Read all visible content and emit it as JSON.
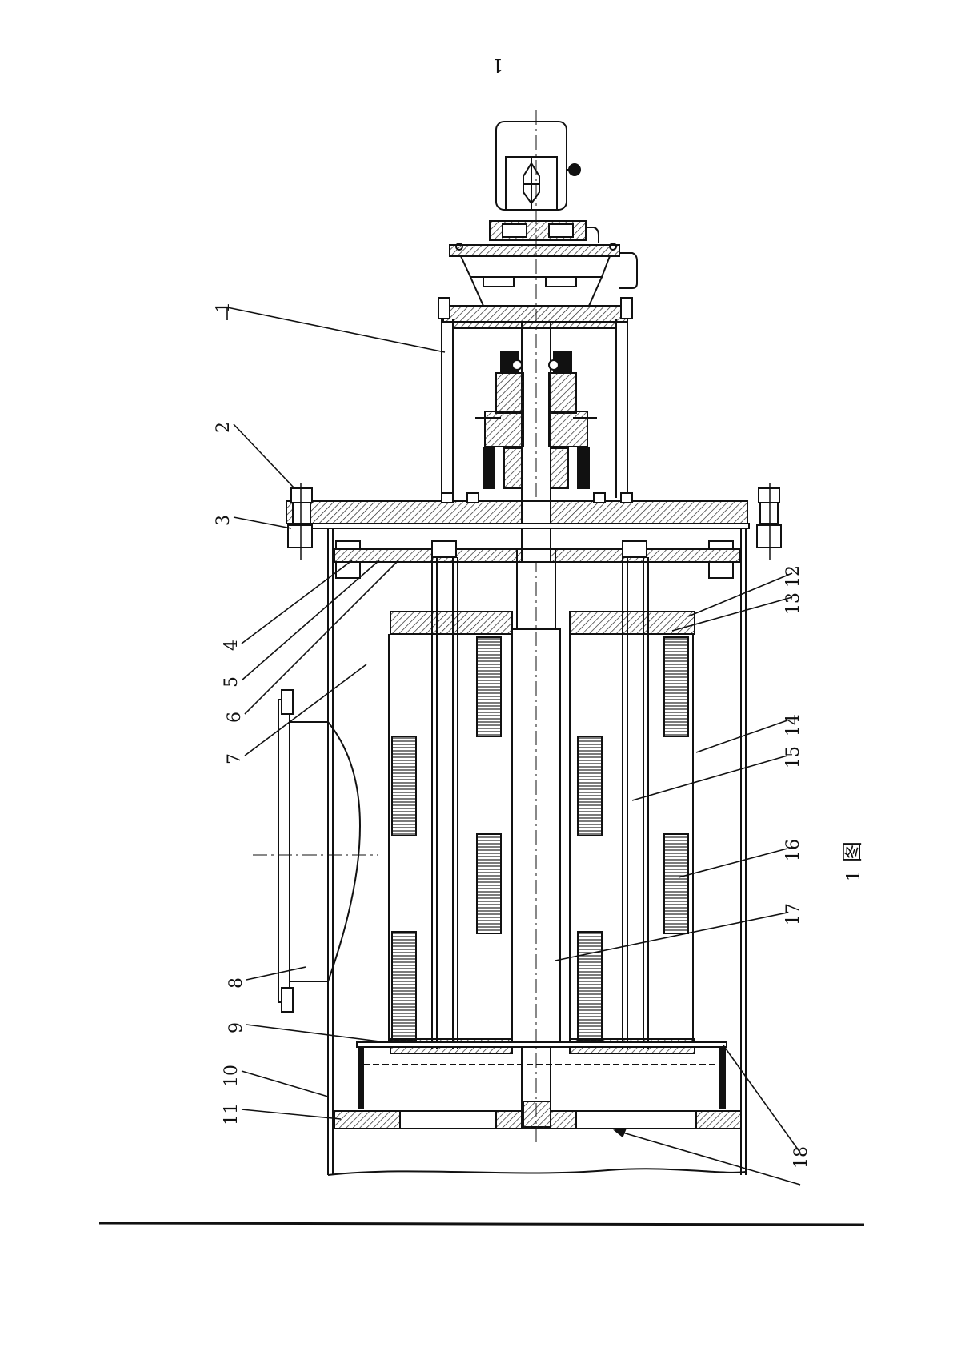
{
  "page": {
    "top_number": "1",
    "figure_label": "图",
    "figure_sublabel": "1"
  },
  "left_callouts": [
    "1",
    "2",
    "3",
    "4",
    "5",
    "6",
    "7",
    "8",
    "9",
    "10",
    "11"
  ],
  "right_callouts": [
    "12",
    "13",
    "14",
    "15",
    "16",
    "17",
    "18"
  ],
  "colors": {
    "ink": "#111111",
    "paper": "#ffffff",
    "hatch": "#222222"
  }
}
